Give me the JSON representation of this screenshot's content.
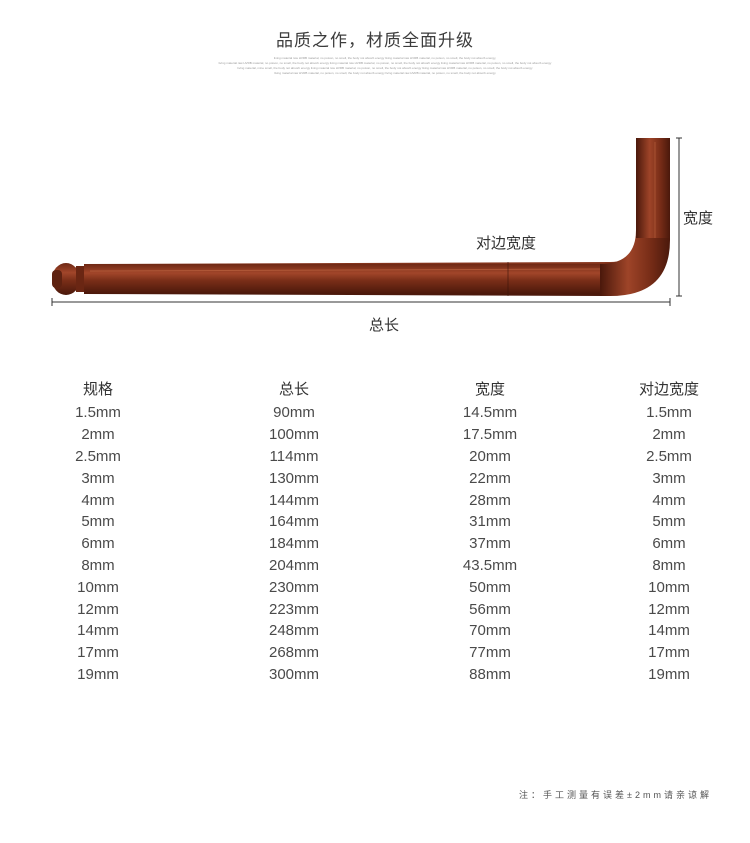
{
  "header": {
    "title": "品质之作，材质全面升级",
    "fine_print": [
      "living material raw HVRB material, no poison, no smell, the body not absorb energy living material raw HVRB material, no poison, no smell, the body not absorb energy,",
      "living material raw HVRB material, no poison, no smell, the body not absorb energy living material raw HVRB material, no poison, no smell, the body not absorb energy living material raw HVRB material, no poison, no smell, the body not absorb energy",
      "living material, mine smell, the body not absorb energy living material raw HVRB material, no poison, no smell, the body not absorb energy living material raw HVRB material, no poison, no smell, the body not absorb energy",
      "living material raw HVRB material, no poison, no smell, the body not absorb energy living material raw HVRB material, no poison, no smell, the body not absorb energy"
    ]
  },
  "diagram": {
    "label_across_flats": "对边宽度",
    "label_width": "宽度",
    "label_total_length": "总长",
    "colors": {
      "wrench_dark": "#5a1f10",
      "wrench_mid": "#8a3a22",
      "wrench_light": "#b25a3a",
      "dimension_line": "#333333"
    }
  },
  "table": {
    "headers": [
      "规格",
      "总长",
      "宽度",
      "对边宽度"
    ],
    "rows": [
      [
        "1.5mm",
        "90mm",
        "14.5mm",
        "1.5mm"
      ],
      [
        "2mm",
        "100mm",
        "17.5mm",
        "2mm"
      ],
      [
        "2.5mm",
        "114mm",
        "20mm",
        "2.5mm"
      ],
      [
        "3mm",
        "130mm",
        "22mm",
        "3mm"
      ],
      [
        "4mm",
        "144mm",
        "28mm",
        "4mm"
      ],
      [
        "5mm",
        "164mm",
        "31mm",
        "5mm"
      ],
      [
        "6mm",
        "184mm",
        "37mm",
        "6mm"
      ],
      [
        "8mm",
        "204mm",
        "43.5mm",
        "8mm"
      ],
      [
        "10mm",
        "230mm",
        "50mm",
        "10mm"
      ],
      [
        "12mm",
        "223mm",
        "56mm",
        "12mm"
      ],
      [
        "14mm",
        "248mm",
        "70mm",
        "14mm"
      ],
      [
        "17mm",
        "268mm",
        "77mm",
        "17mm"
      ],
      [
        "19mm",
        "300mm",
        "88mm",
        "19mm"
      ]
    ]
  },
  "footer": {
    "note": "注：手工测量有误差±2mm请亲谅解"
  }
}
